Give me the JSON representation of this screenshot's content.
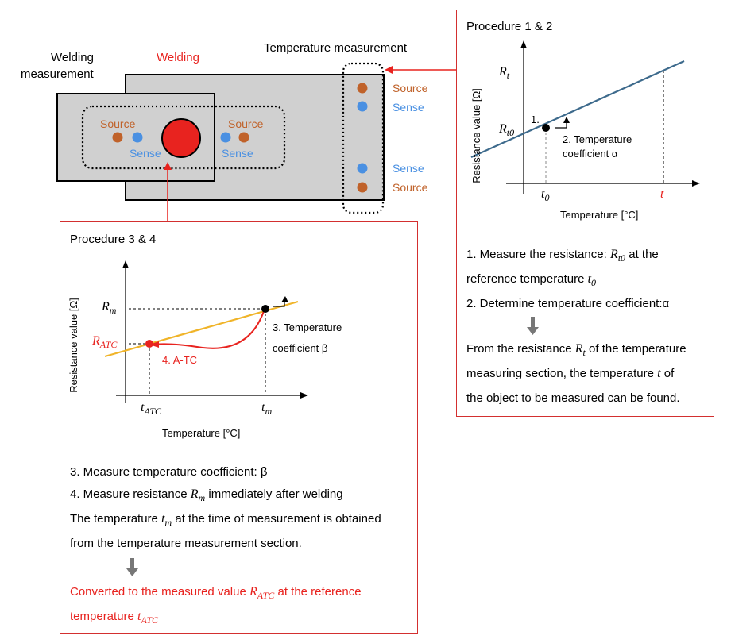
{
  "labels": {
    "welding_measurement": [
      "Welding",
      "measurement"
    ],
    "welding": "Welding",
    "temperature_measurement": "Temperature measurement",
    "source": "Source",
    "sense": "Sense"
  },
  "procedure12": {
    "title": "Procedure 1 & 2",
    "ylabel": "Resistance value [Ω]",
    "xlabel": "Temperature [°C]",
    "y_tick_top": "R",
    "y_tick_top_sub": "t",
    "y_tick_mid": "R",
    "y_tick_mid_sub": "t0",
    "x_tick_left": "t",
    "x_tick_left_sub": "0",
    "x_tick_right": "t",
    "marker": "1.",
    "annotation": [
      "2. Temperature",
      "coefficient α"
    ],
    "step1_pre": "1. Measure the resistance: ",
    "step1_sym": "R",
    "step1_sub": "t0",
    "step1_post": " at the",
    "step1_line2_pre": "reference temperature ",
    "step1_line2_sym": "t",
    "step1_line2_sub": "0",
    "step2": "2. Determine temperature coefficient:α",
    "result_pre": "From the resistance ",
    "result_sym": "R",
    "result_sub": "t",
    "result_post": " of the temperature",
    "result_line2_pre": "measuring section, the temperature ",
    "result_line2_sym": "t",
    "result_line2_post": " of",
    "result_line3": "the object to be measured can be found."
  },
  "procedure34": {
    "title": "Procedure 3 & 4",
    "ylabel": "Resistance value [Ω]",
    "xlabel": "Temperature [°C]",
    "y_tick_top": "R",
    "y_tick_top_sub": "m",
    "y_tick_low": "R",
    "y_tick_low_sub": "ATC",
    "x_tick_left": "t",
    "x_tick_left_sub": "ATC",
    "x_tick_right": "t",
    "x_tick_right_sub": "m",
    "annotation_beta": [
      "3. Temperature",
      "coefficient β"
    ],
    "annotation_atc": "4. A-TC",
    "step3": "3. Measure temperature coefficient: β",
    "step4_pre": "4. Measure resistance ",
    "step4_sym": "R",
    "step4_sub": "m",
    "step4_post": " immediately after welding",
    "line5_pre": "The temperature ",
    "line5_sym": "t",
    "line5_sub": "m",
    "line5_post": "  at the time of measurement is obtained",
    "line6": "from the temperature measurement section.",
    "result_pre": "Converted to the measured value ",
    "result_sym": "R",
    "result_sub": "ATC",
    "result_post": "  at the reference",
    "result_line2_pre": "temperature ",
    "result_line2_sym": "t",
    "result_line2_sub": "ATC"
  },
  "colors": {
    "red": "#e8231f",
    "box_red": "#d32f2f",
    "plate": "#d0d0d0",
    "source": "#c0622a",
    "sense": "#4a90e2",
    "line_blue": "#3d6a8c",
    "line_yellow": "#f0b429",
    "gray_arrow": "#777777"
  }
}
